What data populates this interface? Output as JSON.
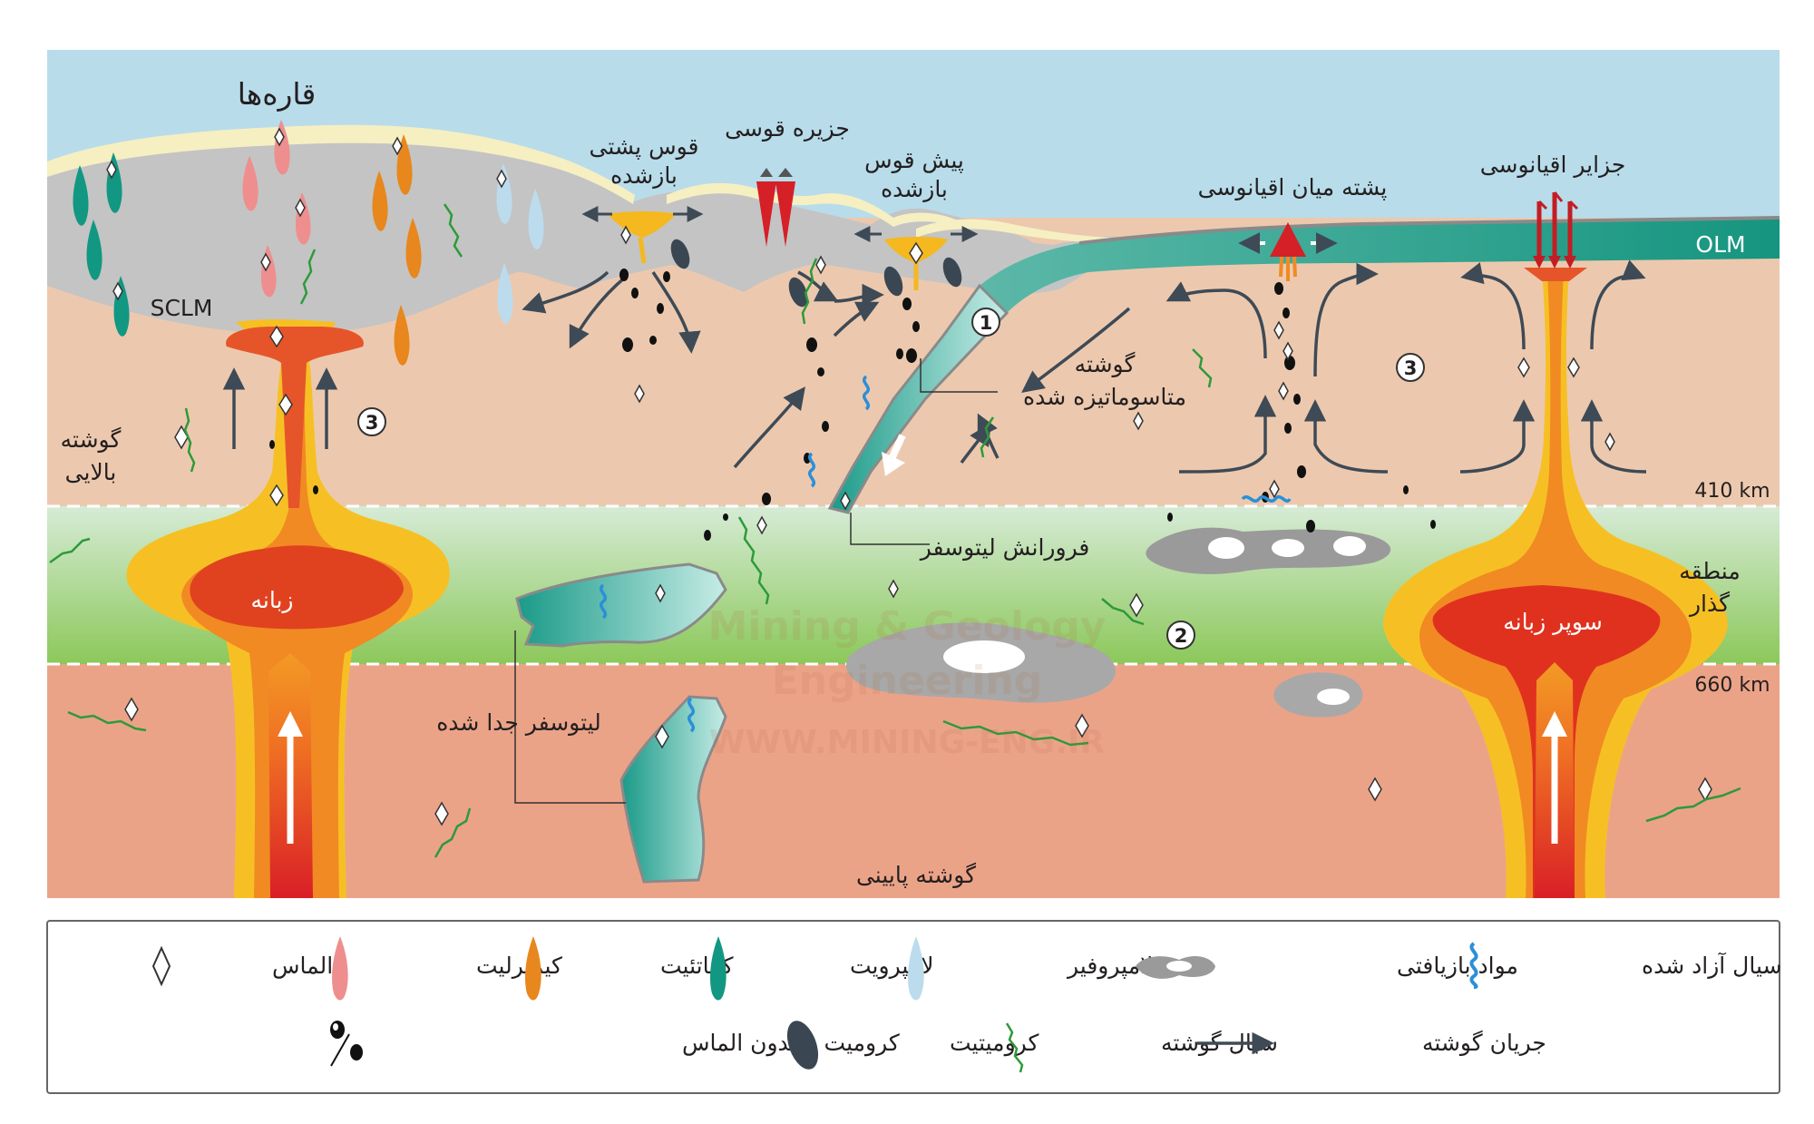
{
  "diagram": {
    "labels": {
      "continents": "قاره‌ها",
      "back_arc": "قوس پشتی\nبازشده",
      "island_arc": "جزیره قوسی",
      "fore_arc": "پیش قوس\nبازشده",
      "mid_ocean_ridge": "پشته میان اقیانوسی",
      "ocean_islands": "جزایر اقیانوسی",
      "olm": "OLM",
      "sclm": "SCLM",
      "metasomatized_mantle": "گوشته\nمتاسوماتیزه شده",
      "upper_mantle": "گوشته\nبالایی",
      "subducting_lithosphere": "فرورانش لیتوسفر",
      "transition_zone": "منطقه\nگذار",
      "plume": "زبانه",
      "superplume": "سوپر زبانه",
      "detached_lithosphere": "لیتوسفر جدا شده",
      "lower_mantle": "گوشته پایینی",
      "depth_410": "410 km",
      "depth_660": "660 km"
    },
    "markers": [
      "1",
      "2",
      "3",
      "3"
    ],
    "watermark": {
      "line1": "Mining & Geology",
      "line2": "Engineering",
      "line3": "WWW.MINING-ENG.IR"
    }
  },
  "legend": {
    "row1": [
      "الماس",
      "کیمبرلیت",
      "کماتئیت",
      "لامپرویت",
      "لامپروفیر",
      "مواد بازیافتی",
      "سیال آزاد شده"
    ],
    "row2": [
      "کرومیت با/بدون الماس",
      "کرومیتیت",
      "سیال گوشته",
      "جریان گوشته"
    ]
  },
  "colors": {
    "sky": "#b8dcea",
    "upper_mantle": "#ecc9ae",
    "transition_zone_top": "#d6ebd6",
    "transition_zone_bottom": "#8cc85a",
    "lower_mantle": "#eba388",
    "lithosphere": "#c4c4c4",
    "crust": "#f6efc2",
    "oceanic_plate": "#1a9a88",
    "kimberlite": "#ef8e8e",
    "komatiite": "#e8871e",
    "lamproite": "#129782",
    "lamprophyre": "#bcdcee",
    "fluid": "#2b8fd8",
    "mantle_fluid": "#2d9a3a",
    "chromitite": "#3a4652"
  }
}
